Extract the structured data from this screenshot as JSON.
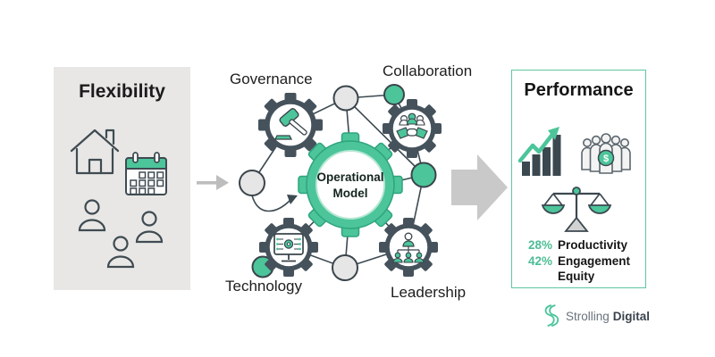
{
  "left_panel": {
    "title": "Flexibility"
  },
  "factors": {
    "governance": "Governance",
    "collaboration": "Collaboration",
    "technology": "Technology",
    "leadership": "Leadership"
  },
  "hub": {
    "line1": "Operational",
    "line2": "Model"
  },
  "right_panel": {
    "title": "Performance",
    "money_symbol": "$",
    "stats": [
      {
        "value": "28%",
        "label": "Productivity"
      },
      {
        "value": "42%",
        "label": "Engagement"
      },
      {
        "value": "",
        "label": "Equity"
      }
    ]
  },
  "brand": {
    "name_part1": "Strolling",
    "name_part2": "Digital"
  },
  "colors": {
    "green": "#4cc59a",
    "green_dark": "#2fa47e",
    "slate": "#45525c",
    "line": "#3d4a52",
    "panel_gray": "#e8e7e5",
    "node_gray": "#e6e6e6",
    "arrow_gray": "#c9c9c9",
    "border_green": "#5fc7a0"
  }
}
